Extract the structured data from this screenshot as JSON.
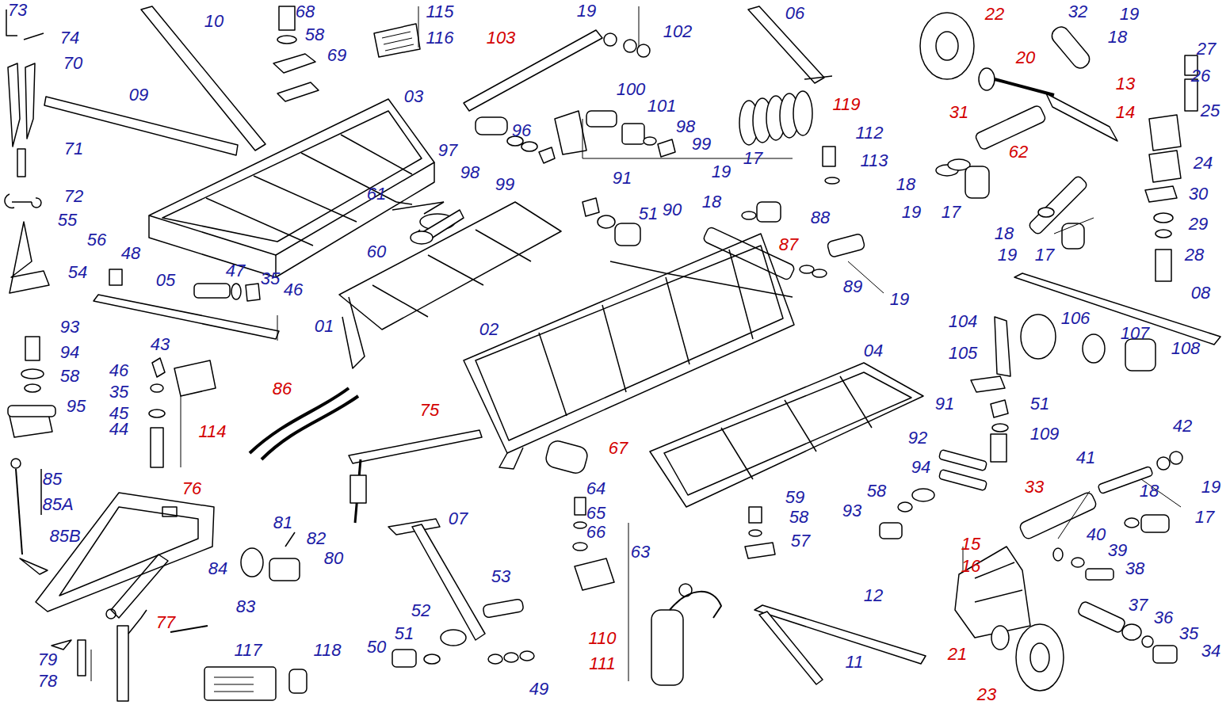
{
  "diagram": {
    "labels": [
      "73",
      "74",
      "70",
      "10",
      "68",
      "58",
      "69",
      "115",
      "116",
      "103",
      "19",
      "102",
      "06",
      "22",
      "32",
      "19",
      "18",
      "27",
      "20",
      "13",
      "14",
      "26",
      "25",
      "09",
      "03",
      "100",
      "101",
      "98",
      "99",
      "119",
      "112",
      "113",
      "31",
      "96",
      "97",
      "98",
      "99",
      "17",
      "19",
      "18",
      "91",
      "51",
      "90",
      "24",
      "18",
      "19",
      "17",
      "62",
      "30",
      "29",
      "28",
      "71",
      "72",
      "61",
      "60",
      "88",
      "87",
      "18",
      "19",
      "17",
      "89",
      "19",
      "55",
      "56",
      "54",
      "48",
      "05",
      "47",
      "35",
      "46",
      "08",
      "01",
      "93",
      "104",
      "106",
      "107",
      "108",
      "105",
      "04",
      "02",
      "94",
      "46",
      "43",
      "58",
      "35",
      "95",
      "91",
      "51",
      "109",
      "86",
      "45",
      "44",
      "114",
      "75",
      "42",
      "92",
      "67",
      "41",
      "85",
      "85A",
      "85B",
      "33",
      "18",
      "19",
      "17",
      "94",
      "58",
      "93",
      "64",
      "59",
      "58",
      "57",
      "76",
      "07",
      "65",
      "66",
      "63",
      "81",
      "82",
      "80",
      "15",
      "16",
      "40",
      "39",
      "38",
      "53",
      "84",
      "12",
      "52",
      "37",
      "36",
      "35",
      "34",
      "83",
      "77",
      "110",
      "111",
      "21",
      "117",
      "118",
      "50",
      "51",
      "79",
      "78",
      "11",
      "49",
      "23"
    ]
  }
}
